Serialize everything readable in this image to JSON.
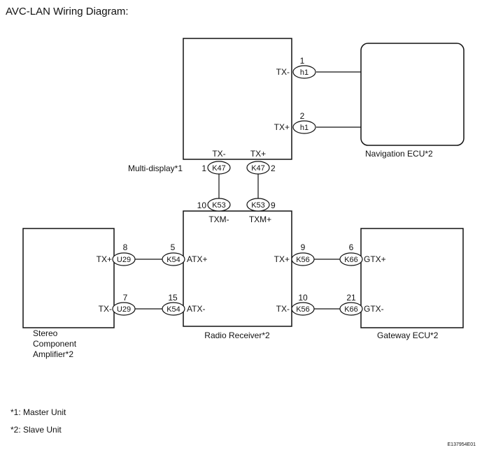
{
  "title": "AVC-LAN Wiring Diagram:",
  "components": {
    "multi_display": "Multi-display*1",
    "navigation": "Navigation ECU*2",
    "radio": "Radio Receiver*2",
    "amp_line1": "Stereo",
    "amp_line2": "Component",
    "amp_line3": "Amplifier*2",
    "gateway": "Gateway ECU*2"
  },
  "signals": {
    "md_tx_minus_right": "TX-",
    "md_tx_plus_right": "TX+",
    "md_tx_minus_bottom": "TX-",
    "md_tx_plus_bottom": "TX+",
    "radio_txm_minus": "TXM-",
    "radio_txm_plus": "TXM+",
    "radio_atx_plus": "ATX+",
    "radio_atx_minus": "ATX-",
    "radio_tx_plus": "TX+",
    "radio_tx_minus": "TX-",
    "amp_tx_plus": "TX+",
    "amp_tx_minus": "TX-",
    "gw_gtx_plus": "GTX+",
    "gw_gtx_minus": "GTX-"
  },
  "connectors": {
    "h1_top": "h1",
    "h1_bottom": "h1",
    "k47_left": "K47",
    "k47_right": "K47",
    "k53_left": "K53",
    "k53_right": "K53",
    "u29_top": "U29",
    "u29_bottom": "U29",
    "k54_top": "K54",
    "k54_bottom": "K54",
    "k56_top": "K56",
    "k56_bottom": "K56",
    "k66_top": "K66",
    "k66_bottom": "K66"
  },
  "pins": {
    "h1_top": "1",
    "h1_bottom": "2",
    "k47_left": "1",
    "k47_right": "2",
    "k53_left": "10",
    "k53_right": "9",
    "u29_top": "8",
    "u29_bottom": "7",
    "k54_top": "5",
    "k54_bottom": "15",
    "k56_top": "9",
    "k56_bottom": "10",
    "k66_top": "6",
    "k66_bottom": "21"
  },
  "notes": {
    "note1": "*1: Master Unit",
    "note2": "*2: Slave Unit"
  },
  "figure_id": "E137954E01"
}
